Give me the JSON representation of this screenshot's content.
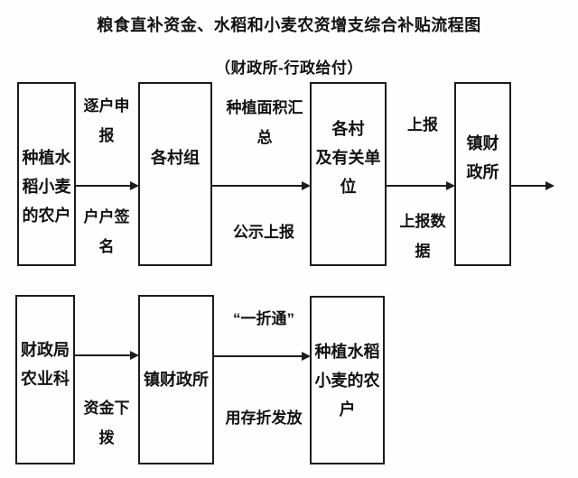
{
  "header": {
    "title": "粮食直补资金、水稻和小麦农资增支综合补贴流程图",
    "subtitle": "（财政所-行政给付）"
  },
  "colors": {
    "line": "#1c1c1c",
    "text": "#111111",
    "background": "#fefefe"
  },
  "flow": {
    "row1": {
      "box1": {
        "line1": "种植水",
        "line2": "稻小麦",
        "line3": "的农户"
      },
      "box2": {
        "line1": "各村组"
      },
      "box3": {
        "line1": "各村",
        "line2": "及有关单",
        "line3": "位"
      },
      "box4": {
        "line1": "镇财",
        "line2": "政所"
      },
      "edge1": {
        "above1": "逐户申",
        "above2": "报",
        "below1": "户户签",
        "below2": "名"
      },
      "edge2": {
        "above1": "种植面积汇",
        "above2": "总",
        "below1": "公示上报"
      },
      "edge3": {
        "above1": "上报",
        "below1": "上报数",
        "below2": "据"
      }
    },
    "row2": {
      "box1": {
        "line1": "财政局",
        "line2": "农业科"
      },
      "box2": {
        "line1": "镇财政所"
      },
      "box3": {
        "line1": "种植水稻",
        "line2": "小麦的农",
        "line3": "户"
      },
      "edge1": {
        "below1": "资金下",
        "below2": "拨"
      },
      "edge2": {
        "above1": "“一折通”",
        "below1": "用存折发放"
      }
    }
  }
}
